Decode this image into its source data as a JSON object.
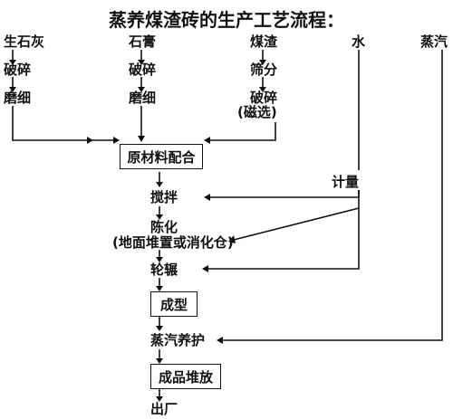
{
  "title": "蒸养煤渣砖的生产工艺流程：",
  "inputs": {
    "lime": [
      "生石灰",
      "破碎",
      "磨细"
    ],
    "gypsum": [
      "石膏",
      "破碎",
      "磨细"
    ],
    "slag": [
      "煤渣",
      "筛分",
      "破碎",
      "(磁选)"
    ],
    "water": "水",
    "steam": "蒸汽"
  },
  "main": {
    "mix": "原材料配合",
    "metering": "计量",
    "stir": "搅拌",
    "aging": "陈化",
    "aging_note": "(地面堆置或消化仓)",
    "roll": "轮辗",
    "mold": "成型",
    "cure": "蒸汽养护",
    "stack": "成品堆放",
    "exit": "出厂"
  }
}
